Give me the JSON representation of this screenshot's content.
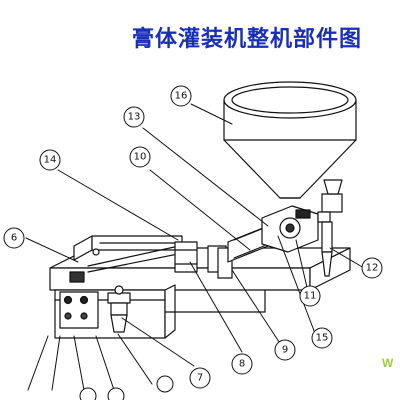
{
  "title": "膏体灌装机整机部件图",
  "title_color": "#1a2fb8",
  "watermark": "W",
  "callouts": [
    {
      "id": "c6",
      "label": "6"
    },
    {
      "id": "c7",
      "label": "7"
    },
    {
      "id": "c8",
      "label": "8"
    },
    {
      "id": "c9",
      "label": "9"
    },
    {
      "id": "c10",
      "label": "10"
    },
    {
      "id": "c11",
      "label": "11"
    },
    {
      "id": "c12",
      "label": "12"
    },
    {
      "id": "c13",
      "label": "13"
    },
    {
      "id": "c14",
      "label": "14"
    },
    {
      "id": "c15",
      "label": "15"
    },
    {
      "id": "c16",
      "label": "16"
    }
  ]
}
